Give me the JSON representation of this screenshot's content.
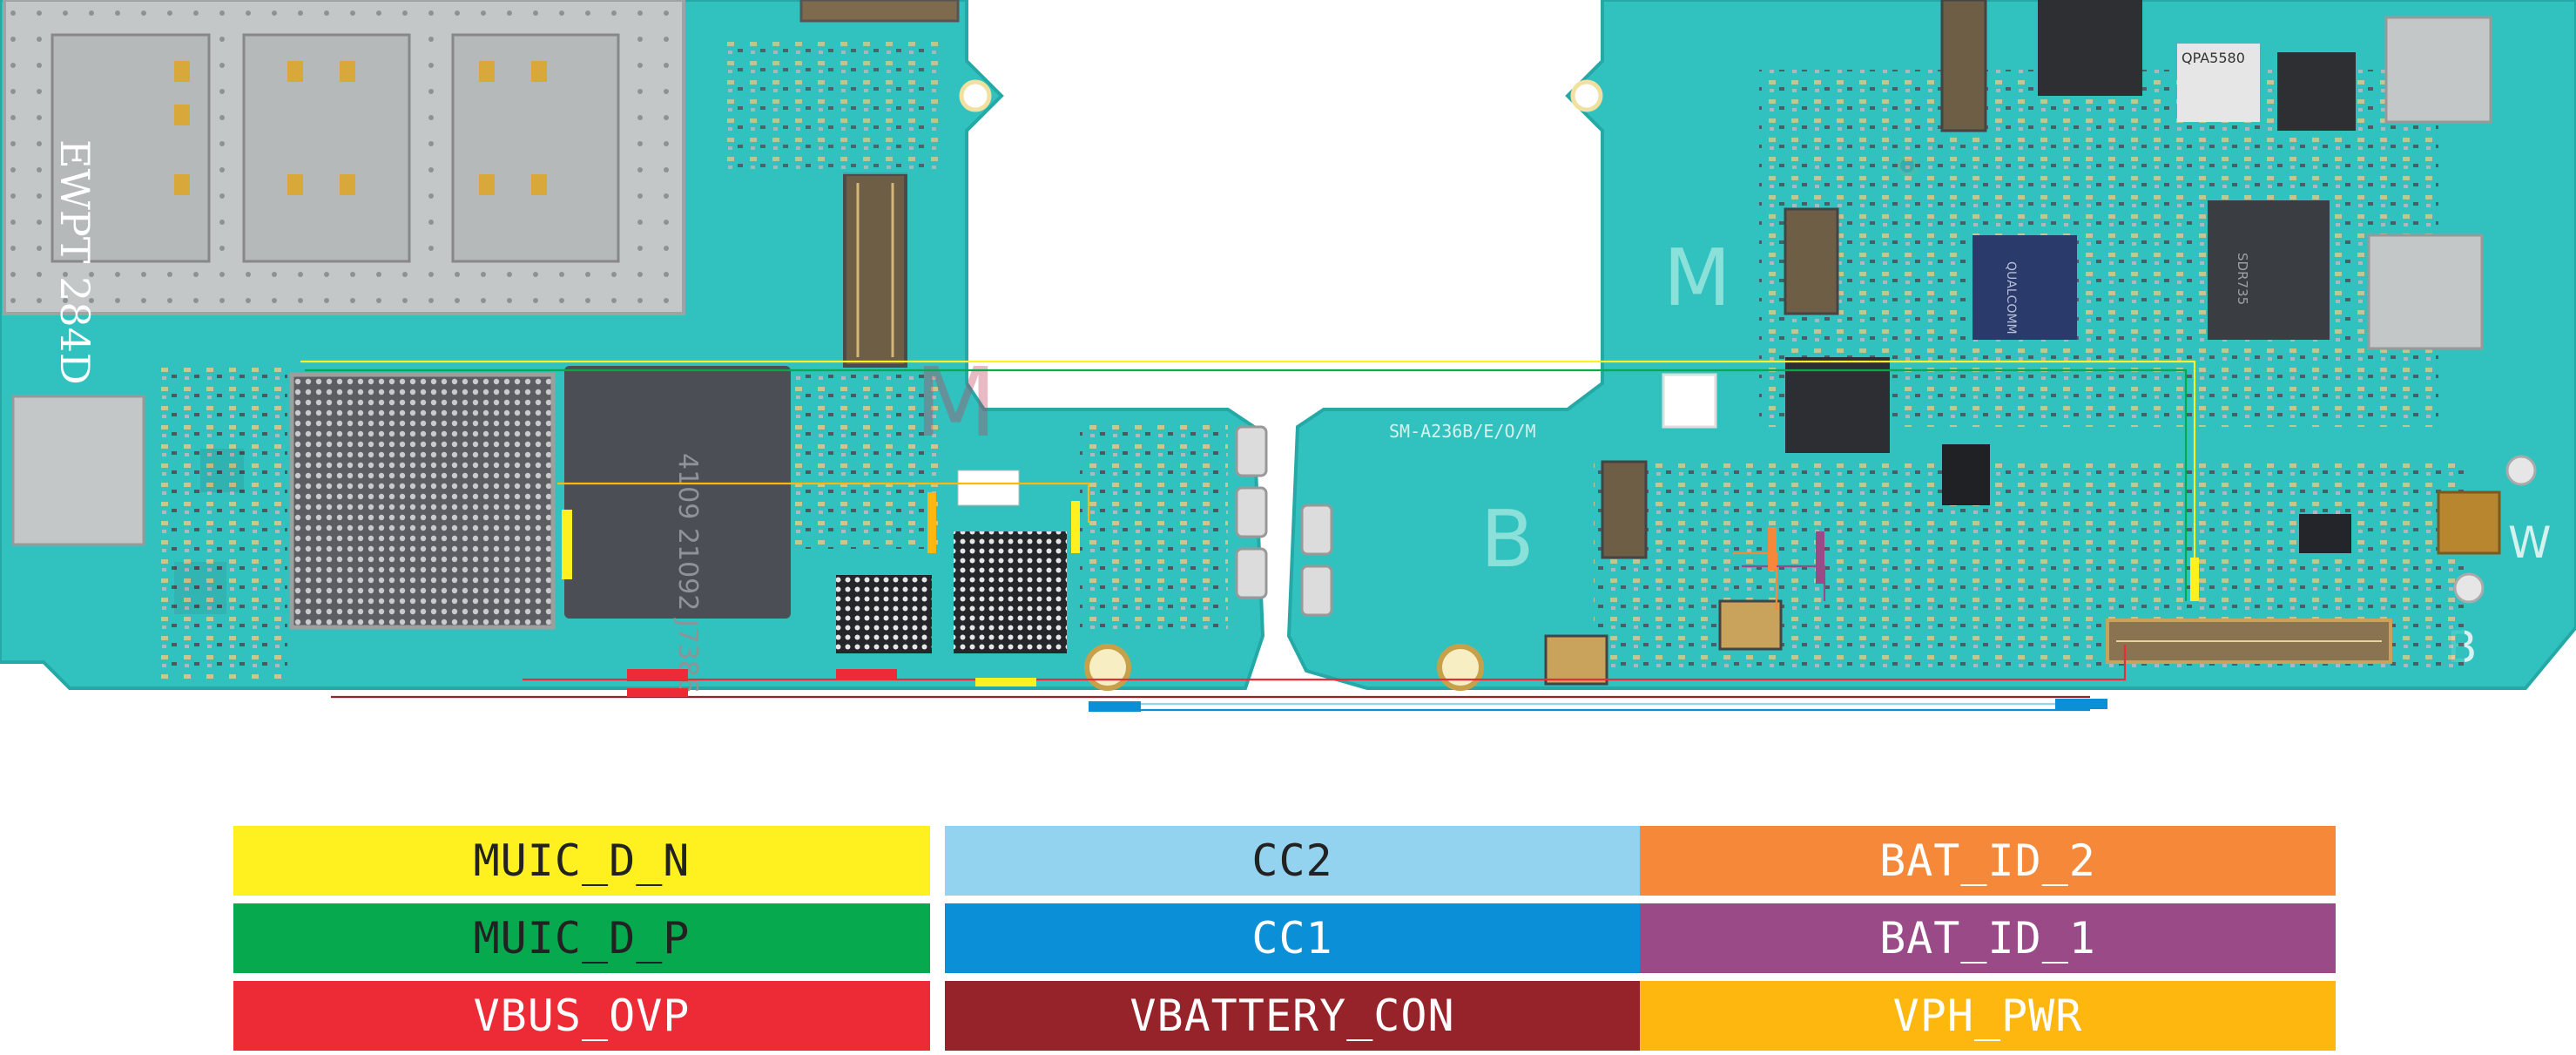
{
  "board": {
    "shield_marking": "EWPT 284D",
    "model_marking": "SM-A236B/E/O/M",
    "region_letters": [
      "M",
      "B",
      "W",
      "B",
      "M"
    ],
    "chip_markings": [
      "QPA5580",
      "QUALCOMM",
      "4109 21092 J7386",
      "SDR735"
    ]
  },
  "legend": {
    "rows": [
      [
        {
          "label": "MUIC_D_N",
          "color": "#fff01f",
          "text_color": "#222222"
        },
        {
          "label": "CC2",
          "color": "#93d3f0",
          "text_color": "#222222"
        },
        {
          "label": "BAT_ID_2",
          "color": "#f6883a",
          "text_color": "#ffffff"
        }
      ],
      [
        {
          "label": "MUIC_D_P",
          "color": "#06a94e",
          "text_color": "#222222"
        },
        {
          "label": "CC1",
          "color": "#0b8fd6",
          "text_color": "#ffffff"
        },
        {
          "label": "BAT_ID_1",
          "color": "#9a4a87",
          "text_color": "#ffffff"
        }
      ],
      [
        {
          "label": "VBUS_OVP",
          "color": "#ec2b36",
          "text_color": "#ffffff"
        },
        {
          "label": "VBATTERY_CON",
          "color": "#96232a",
          "text_color": "#ffffff"
        },
        {
          "label": "VPH_PWR",
          "color": "#feb70f",
          "text_color": "#ffffff"
        }
      ]
    ]
  },
  "colors": {
    "pcb": "#31c2bf",
    "pcb_dark": "#23a7a6",
    "shield": "#c4c7c7",
    "chip": "#3b3d42"
  }
}
